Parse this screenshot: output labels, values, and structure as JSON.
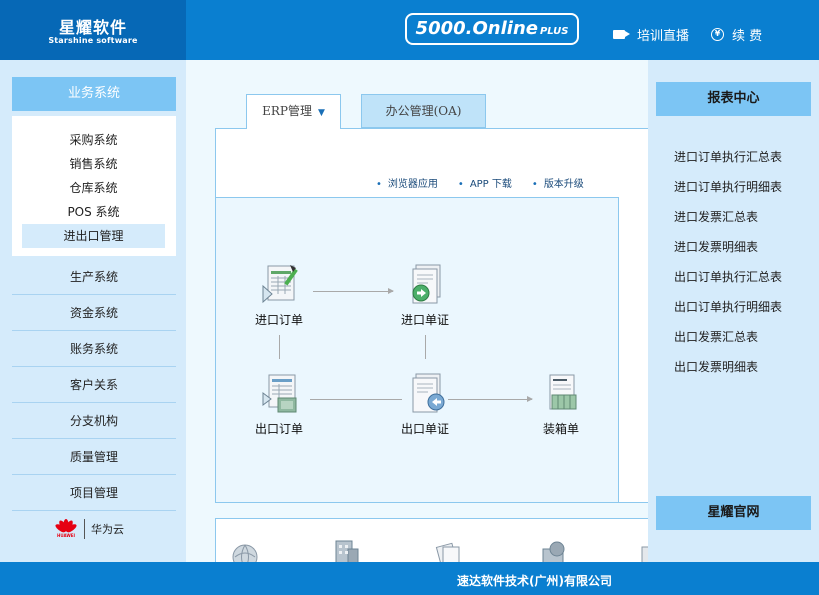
{
  "header": {
    "logo_cn": "星耀软件",
    "logo_en": "Starshine software",
    "product_name": "5000.Online",
    "product_plus": "PLUS",
    "training_label": "培训直播",
    "renew_label": "续 费"
  },
  "sidebar": {
    "title": "业务系统",
    "sub_items": [
      {
        "label": "采购系统"
      },
      {
        "label": "销售系统"
      },
      {
        "label": "仓库系统"
      },
      {
        "label": "POS 系统"
      },
      {
        "label": "进出口管理"
      }
    ],
    "active_sub_index": 4,
    "items": [
      {
        "label": "生产系统"
      },
      {
        "label": "资金系统"
      },
      {
        "label": "账务系统"
      },
      {
        "label": "客户关系"
      },
      {
        "label": "分支机构"
      },
      {
        "label": "质量管理"
      },
      {
        "label": "项目管理"
      }
    ],
    "partner": {
      "brand": "HUAWEI",
      "label": "华为云"
    }
  },
  "main": {
    "tabs": [
      {
        "label": "ERP管理"
      },
      {
        "label": "办公管理(OA)"
      }
    ],
    "active_tab": 0,
    "quick_links": [
      {
        "label": "浏览器应用"
      },
      {
        "label": "APP 下载"
      },
      {
        "label": "版本升级"
      }
    ],
    "flow_nodes": [
      {
        "label": "进口订单",
        "icon": "import-order-icon"
      },
      {
        "label": "进口单证",
        "icon": "import-document-icon"
      },
      {
        "label": "出口订单",
        "icon": "export-order-icon"
      },
      {
        "label": "出口单证",
        "icon": "export-document-icon"
      },
      {
        "label": "装箱单",
        "icon": "packing-list-icon"
      }
    ]
  },
  "reports": {
    "title": "报表中心",
    "items": [
      {
        "label": "进口订单执行汇总表"
      },
      {
        "label": "进口订单执行明细表"
      },
      {
        "label": "进口发票汇总表"
      },
      {
        "label": "进口发票明细表"
      },
      {
        "label": "出口订单执行汇总表"
      },
      {
        "label": "出口订单执行明细表"
      },
      {
        "label": "出口发票汇总表"
      },
      {
        "label": "出口发票明细表"
      }
    ],
    "footer_label": "星耀官网"
  },
  "footer": {
    "company": "速达软件技术(广州)有限公司"
  },
  "colors": {
    "header_blue": "#0a7fd0",
    "logo_blue": "#0668b6",
    "sidebar_bg": "#d5ebfb",
    "accent_light": "#7cc5f4"
  }
}
